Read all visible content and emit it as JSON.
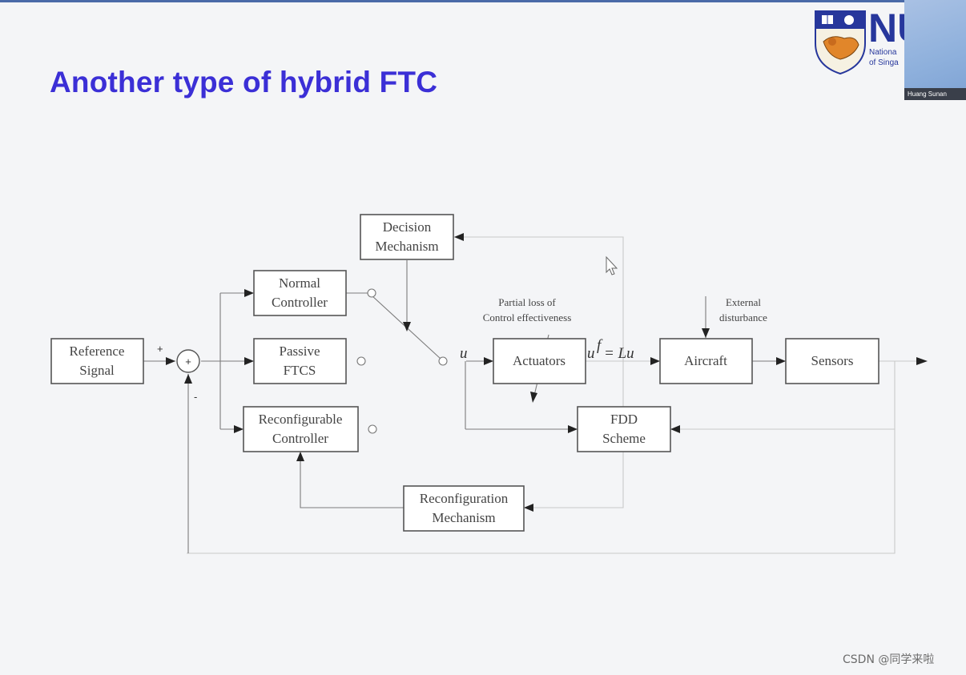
{
  "slide": {
    "title": "Another type of hybrid FTC",
    "logo": {
      "letters": "NU",
      "line1": "Nationa",
      "line2": "of Singa"
    },
    "webcam_label": "Huang Sunan",
    "watermark": "CSDN @同学来啦"
  },
  "diagram": {
    "blocks": {
      "reference": [
        "Reference",
        "Signal"
      ],
      "decision": [
        "Decision",
        "Mechanism"
      ],
      "normal": [
        "Normal",
        "Controller"
      ],
      "passive": [
        "Passive",
        "FTCS"
      ],
      "reconfigurable": [
        "Reconfigurable",
        "Controller"
      ],
      "actuators": [
        "Actuators"
      ],
      "aircraft": [
        "Aircraft"
      ],
      "sensors": [
        "Sensors"
      ],
      "fdd": [
        "FDD",
        "Scheme"
      ],
      "reconfiguration": [
        "Reconfiguration",
        "Mechanism"
      ]
    },
    "annotations": {
      "partial_loss": [
        "Partial loss of",
        "Control effectiveness"
      ],
      "external": [
        "External",
        "disturbance"
      ]
    },
    "symbols": {
      "plus_top": "+",
      "minus_bottom": "-",
      "junction": "+",
      "u": "u",
      "uf": "u",
      "uf_sup": "f",
      "uf_rhs": "= Lu"
    }
  }
}
